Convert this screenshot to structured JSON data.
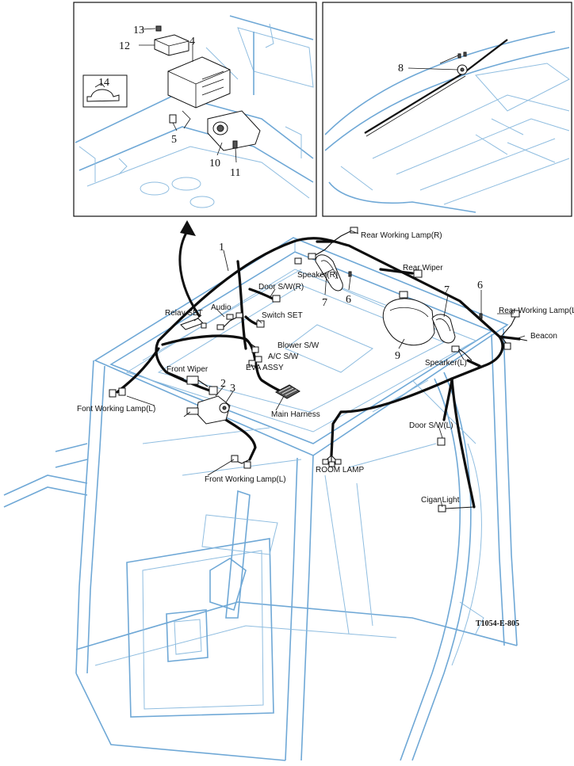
{
  "diagram": {
    "drawing_code": "T1054-E-805",
    "callouts": {
      "n1": "1",
      "n2": "2",
      "n3": "3",
      "n4": "4",
      "n5": "5",
      "n6a": "6",
      "n6b": "6",
      "n7a": "7",
      "n7b": "7",
      "n8": "8",
      "n9": "9",
      "n10": "10",
      "n11": "11",
      "n12": "12",
      "n13": "13",
      "n14": "14"
    },
    "labels": {
      "rear_working_lamp_r": "Rear Working Lamp(R)",
      "speaker_r": "Speaker(R)",
      "rear_wiper": "Rear Wiper",
      "door_sw_r": "Door S/W(R)",
      "audio": "Audio",
      "relay_set": "Relay SET",
      "switch_set": "Switch SET",
      "rear_working_lamp_l": "Rear Working Lamp(L)",
      "beacon": "Beacon",
      "speaker_l": "Spearker(L)",
      "blower_sw": "Blower S/W",
      "ac_sw": "A/C S/W",
      "eva_assy": "EVA ASSY",
      "front_wiper": "Front Wiper",
      "font_working_lamp_l": "Font Working Lamp(L)",
      "main_harness": "Main Harness",
      "door_sw_l": "Door S/W(L)",
      "room_lamp": "ROOM LAMP",
      "front_working_lamp_l": "Front Working Lamp(L)",
      "cigar_light": "Cigar Light"
    },
    "colors": {
      "frame": "#6fa8d6",
      "harness": "#0d0d0d"
    }
  }
}
